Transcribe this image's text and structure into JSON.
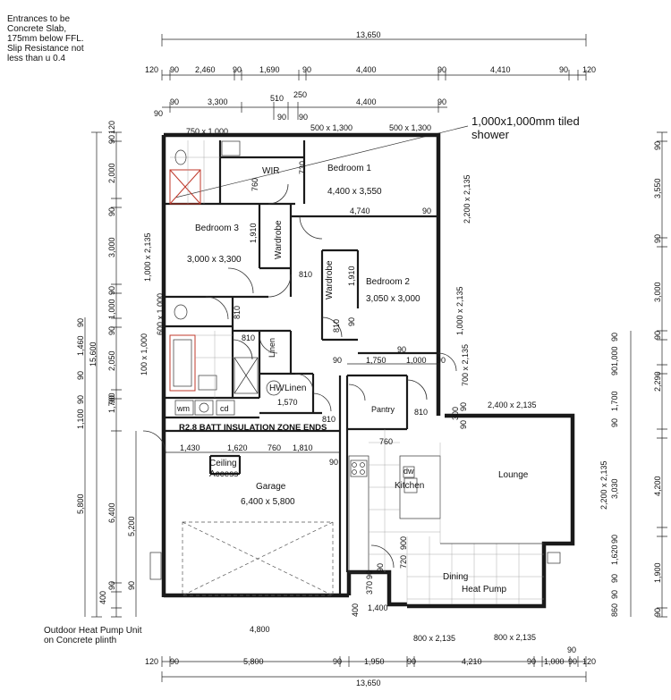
{
  "notes": {
    "entrances": [
      "Entrances to be",
      "Concrete Slab,",
      "175mm below FFL.",
      "Slip Resistance not",
      "less than u 0.4"
    ],
    "shower_callout": [
      "1,000x1,000mm tiled",
      "shower"
    ],
    "heat_pump_unit": [
      "Outdoor Heat Pump Unit",
      "on Concrete plinth"
    ],
    "insulation": "R2.8 BATT INSULATION ZONE ENDS"
  },
  "rooms": {
    "bedroom1": {
      "name": "Bedroom 1",
      "size": "4,400 x 3,550"
    },
    "bedroom2": {
      "name": "Bedroom 2",
      "size": "3,050 x 3,000"
    },
    "bedroom3": {
      "name": "Bedroom 3",
      "size": "3,000 x 3,300"
    },
    "garage": {
      "name": "Garage",
      "size": "6,400 x 5,800"
    },
    "wir": "WIR",
    "wardrobe": "Wardrobe",
    "linen": "Linen",
    "hw": "HW",
    "pantry": "Pantry",
    "kitchen": "Kitchen",
    "lounge": "Lounge",
    "dining": "Dining",
    "heat_pump": "Heat Pump",
    "wm": "wm",
    "cd": "cd",
    "dw": "dw",
    "ceiling_access": [
      "Ceiling",
      "Access"
    ]
  },
  "dims_top": {
    "overall": "13,650",
    "row1": [
      "120",
      "90",
      "2,460",
      "90",
      "1,690",
      "90",
      "4,400",
      "90",
      "4,410",
      "90",
      "120"
    ],
    "row2": [
      "90",
      "3,300",
      "510",
      "90",
      "90",
      "250",
      "4,400",
      "90"
    ]
  },
  "dims_bottom": {
    "overall": "13,650",
    "row1": [
      "120",
      "90",
      "5,800",
      "90",
      "1,950",
      "90",
      "4,210",
      "90",
      "1,000",
      "90",
      "120"
    ],
    "extra": "90"
  },
  "dims_left": {
    "overall": "15,600",
    "col1": [
      "5,800",
      "90",
      "1,100",
      "1,460",
      "90",
      "90"
    ],
    "col2": [
      "400",
      "90",
      "6,400",
      "90",
      "1,700",
      "2,050",
      "90",
      "1,000",
      "90",
      "3,000",
      "90",
      "2,000",
      "90",
      "120"
    ],
    "col3": [
      "5,200",
      "90"
    ]
  },
  "dims_right": {
    "overall": "4,200",
    "col1": [
      "90",
      "3,550",
      "90",
      "3,000",
      "90",
      "1,000",
      "90",
      "2,290",
      "90",
      "1,700",
      "90",
      "3,030",
      "90",
      "1,620",
      "90",
      "1,900",
      "90",
      "860",
      "90"
    ]
  },
  "dims_interior": {
    "windows": [
      "750 x 1,000",
      "500 x 1,300",
      "500 x 1,300",
      "2,200 x 2,135",
      "1,000 x 2,135",
      "1,000 x 2,135",
      "600 x 1,000",
      "100 x 1,000",
      "700 x 2,135",
      "2,400 x 2,135",
      "2,200 x 2,135",
      "800 x 2,135",
      "800 x 2,135",
      "1,400"
    ],
    "labels": [
      "760",
      "730",
      "4,740",
      "90",
      "1,910",
      "810",
      "810",
      "810",
      "1,910",
      "90",
      "90",
      "810",
      "810",
      "1,750",
      "1,000",
      "90",
      "90",
      "1,570",
      "810",
      "810",
      "90",
      "760",
      "90",
      "1,430",
      "1,620",
      "760",
      "1,810",
      "90",
      "90",
      "900",
      "720",
      "90",
      "370",
      "90",
      "400",
      "4,800",
      "300",
      "90",
      "90"
    ]
  }
}
